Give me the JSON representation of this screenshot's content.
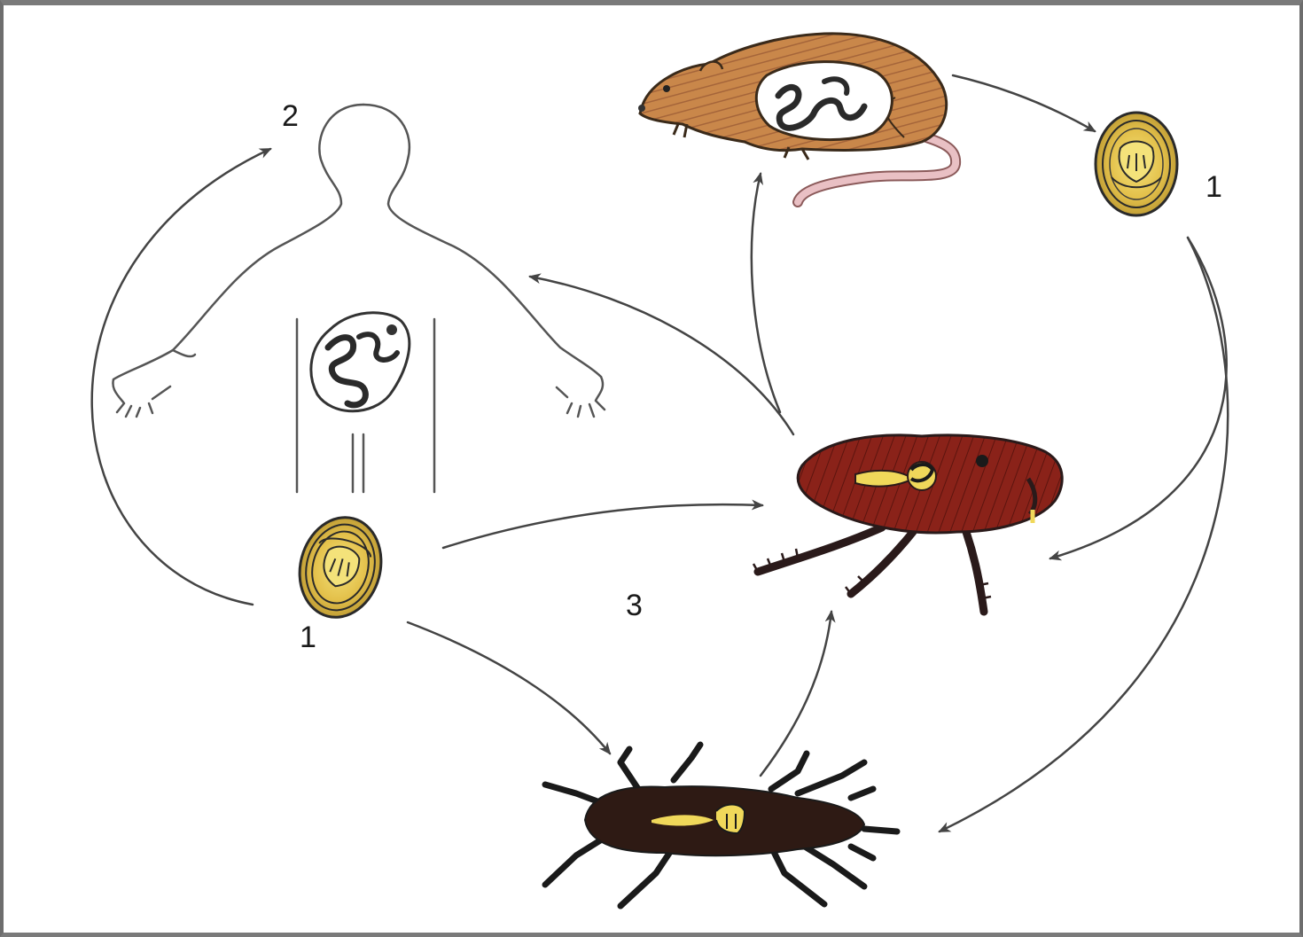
{
  "labels": {
    "label_1_right": "1",
    "label_2": "2",
    "label_1_left": "1",
    "label_3": "3"
  },
  "colors": {
    "rat_fur": "#c9874a",
    "rat_tail": "#e9c0c4",
    "flea_body": "#8a2219",
    "beetle_body": "#2e1a14",
    "egg_yolk": "#f0d85a",
    "worm": "#333333",
    "arrow": "#444444"
  },
  "icons": [
    "human-figure-icon",
    "rat-icon",
    "flea-icon",
    "beetle-icon",
    "egg-icon",
    "tapeworm-icon",
    "cysticercoid-icon"
  ]
}
